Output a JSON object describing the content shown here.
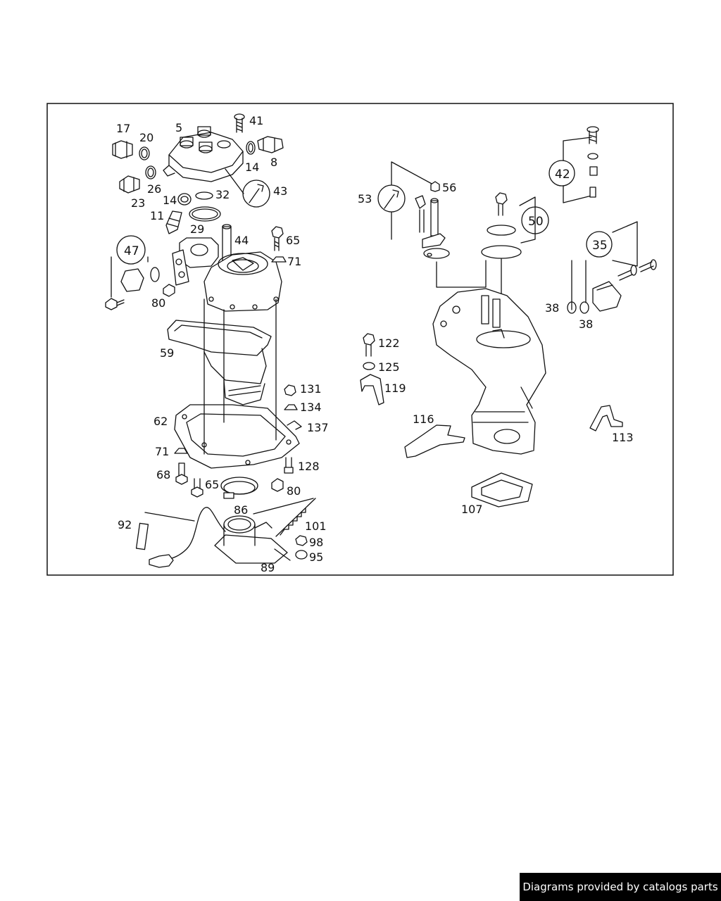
{
  "diagram": {
    "part_numbers": {
      "n17": "17",
      "n20": "20",
      "n5": "5",
      "n41": "41",
      "n14a": "14",
      "n8": "8",
      "n26": "26",
      "n23": "23",
      "n14b": "14",
      "n32": "32",
      "n43": "43",
      "n11": "11",
      "n29": "29",
      "n44": "44",
      "n65a": "65",
      "n71a": "71",
      "n47": "47",
      "n80a": "80",
      "n59": "59",
      "n131": "131",
      "n134": "134",
      "n62": "62",
      "n137": "137",
      "n71b": "71",
      "n128": "128",
      "n68": "68",
      "n65b": "65",
      "n80b": "80",
      "n86": "86",
      "n92": "92",
      "n101": "101",
      "n98": "98",
      "n95": "95",
      "n89": "89",
      "n53": "53",
      "n56": "56",
      "n50": "50",
      "n42": "42",
      "n35": "35",
      "n38a": "38",
      "n38b": "38",
      "n122": "122",
      "n125": "125",
      "n119": "119",
      "n116": "116",
      "n113": "113",
      "n107": "107"
    }
  },
  "footer": {
    "credit": "Diagrams provided by catalogs parts"
  }
}
